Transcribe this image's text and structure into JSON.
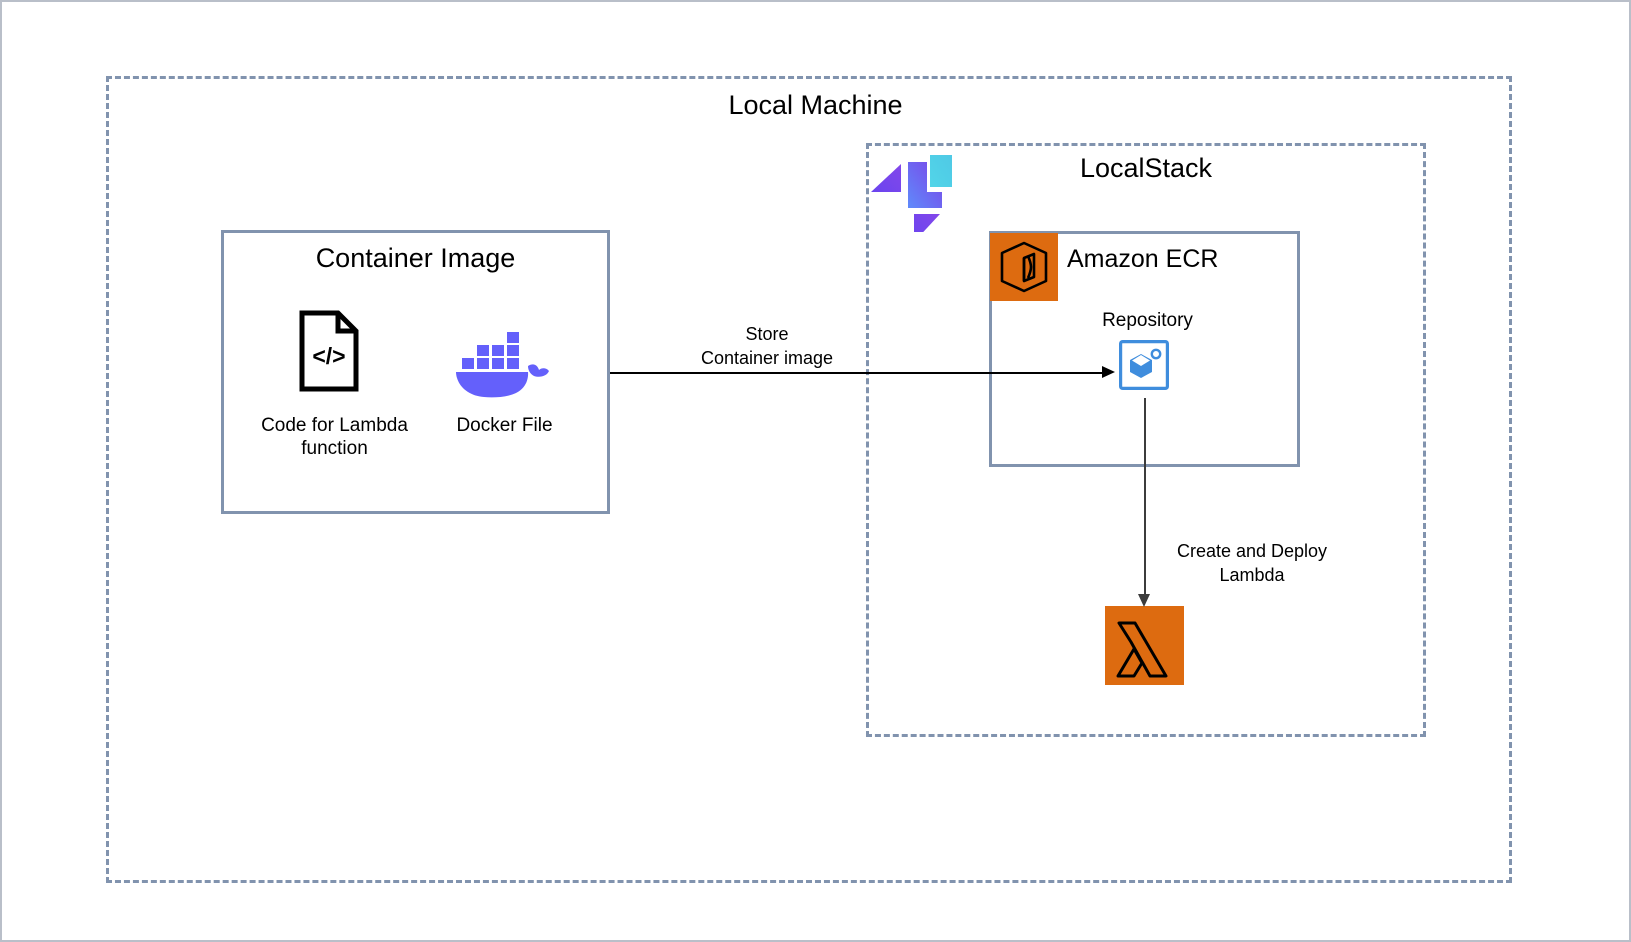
{
  "diagram": {
    "regions": {
      "local_machine": {
        "title": "Local Machine"
      },
      "localstack": {
        "title": "LocalStack",
        "logo_icon": "localstack-logo-icon"
      }
    },
    "container_image_box": {
      "title": "Container Image",
      "items": [
        {
          "icon": "code-file-icon",
          "caption": "Code for Lambda function"
        },
        {
          "icon": "docker-whale-icon",
          "caption": "Docker File"
        }
      ]
    },
    "ecr_box": {
      "title": "Amazon ECR",
      "icon": "amazon-ecr-icon",
      "repository": {
        "label": "Repository",
        "icon": "ecr-repository-icon"
      }
    },
    "lambda": {
      "icon": "aws-lambda-icon"
    },
    "arrows": [
      {
        "name": "store-arrow",
        "label": "Store\nContainer image",
        "direction": "right"
      },
      {
        "name": "deploy-arrow",
        "label": "Create and Deploy\nLambda",
        "direction": "down"
      }
    ],
    "colors": {
      "dashed_border": "#8193ae",
      "solid_border": "#8193ae",
      "aws_orange": "#DD6B10",
      "docker_blue": "#6460fb",
      "repo_blue": "#3f8ddd",
      "localstack_purple": "#6a3ce8",
      "localstack_cyan": "#4fd8e0",
      "arrow_black": "#000000",
      "page_border": "#b9bfc9"
    }
  }
}
